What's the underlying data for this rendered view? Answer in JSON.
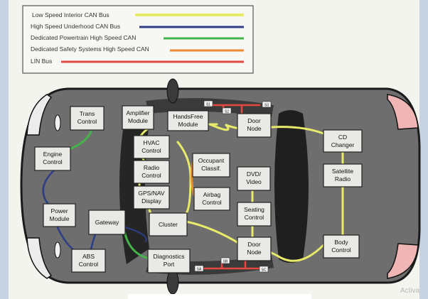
{
  "legend": {
    "entries": [
      {
        "label": "Low Speed Interior CAN Bus",
        "color": "#e8eb6a"
      },
      {
        "label": "High Speed Underhood CAN Bus",
        "color": "#2d3d86"
      },
      {
        "label": "Dedicated Powertrain High Speed CAN",
        "color": "#44b44a"
      },
      {
        "label": "Dedicated Safety Systems High Speed CAN",
        "color": "#ef8a32"
      },
      {
        "label": "LIN Bus",
        "color": "#e54840"
      }
    ]
  },
  "modules": {
    "trans_control": "Trans Control",
    "engine_control": "Engine Control",
    "power_module": "Power Module",
    "abs_control": "ABS Control",
    "amplifier_module": "Amplifier Module",
    "handsfree_module": "HandsFree Module",
    "hvac_control": "HVAC Control",
    "radio_control": "Radio Control",
    "gps_nav_display": "GPS/NAV Display",
    "gateway": "Gateway",
    "cluster": "Cluster",
    "occupant_classif": "Occupant Classif.",
    "airbag_control": "Airbag Control",
    "diagnostics_port": "Diagnostics Port",
    "door_node_front": "Door Node",
    "door_node_rear": "Door Node",
    "dvd_video": "DVD/ Video",
    "seating_control": "Seating Control",
    "cd_changer": "CD Changer",
    "satellite_radio": "Satellite Radio",
    "body_control": "Body Control"
  },
  "lin_nodes": {
    "top_1": "S1",
    "top_2": "S2",
    "top_3": "S3",
    "bottom_1": "SA",
    "bottom_2": "SB",
    "bottom_3": "SC"
  },
  "watermark": "Activa"
}
